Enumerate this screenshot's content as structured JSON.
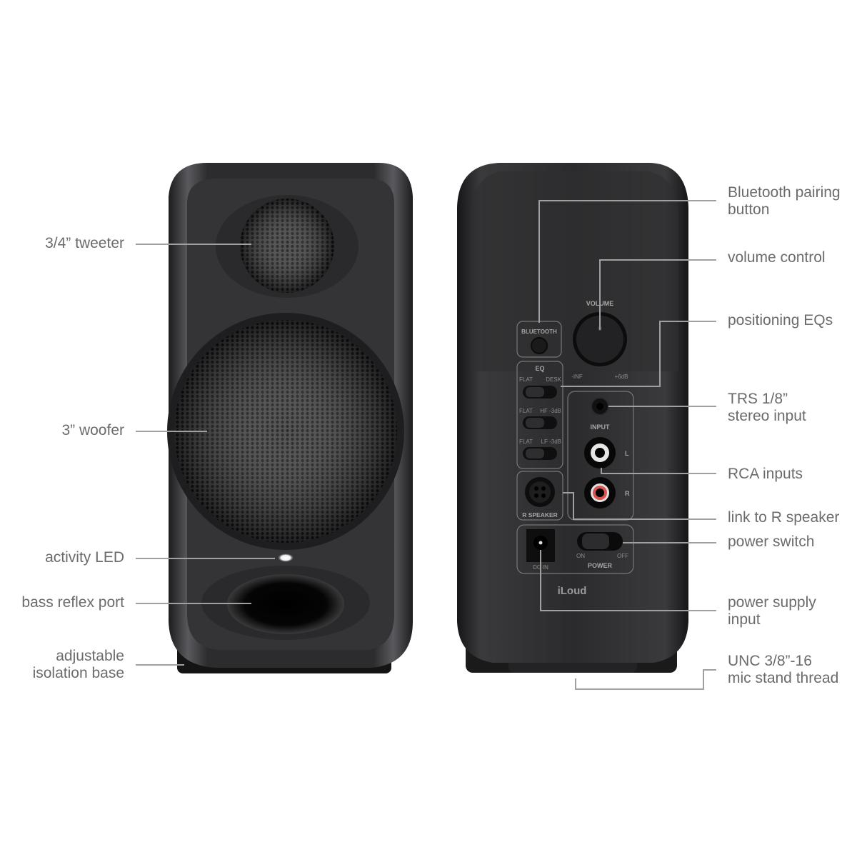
{
  "figure": {
    "product_logo": "iLoud",
    "colors": {
      "background": "#ffffff",
      "label_text": "#6b6b6b",
      "leader_line": "#9a9a9a",
      "speaker_body": "#2a2a2c",
      "speaker_face": "#3a3a3c",
      "rca_left_ring": "#e0e0e0",
      "rca_right_ring": "#d9534f",
      "led": "#ffffff"
    }
  },
  "front_view": {
    "callouts": [
      {
        "id": "tweeter",
        "lines": [
          "3/4” tweeter"
        ]
      },
      {
        "id": "woofer",
        "lines": [
          "3” woofer"
        ]
      },
      {
        "id": "activity-led",
        "lines": [
          "activity LED"
        ]
      },
      {
        "id": "bass-reflex-port",
        "lines": [
          "bass reflex port"
        ]
      },
      {
        "id": "isolation-base",
        "lines": [
          "adjustable",
          "isolation base"
        ]
      }
    ]
  },
  "rear_view": {
    "callouts": [
      {
        "id": "bluetooth-pairing",
        "lines": [
          "Bluetooth pairing",
          "button"
        ]
      },
      {
        "id": "volume-control",
        "lines": [
          "volume control"
        ]
      },
      {
        "id": "positioning-eqs",
        "lines": [
          "positioning EQs"
        ]
      },
      {
        "id": "trs-input",
        "lines": [
          "TRS 1/8”",
          "stereo input"
        ]
      },
      {
        "id": "rca-inputs",
        "lines": [
          "RCA inputs"
        ]
      },
      {
        "id": "link-r-speaker",
        "lines": [
          "link to R speaker"
        ]
      },
      {
        "id": "power-switch",
        "lines": [
          "power switch"
        ]
      },
      {
        "id": "power-supply",
        "lines": [
          "power supply",
          "input"
        ]
      },
      {
        "id": "mic-thread",
        "lines": [
          "UNC 3/8”-16",
          "mic stand thread"
        ]
      }
    ],
    "panel": {
      "bluetooth": "BLUETOOTH",
      "volume": "VOLUME",
      "volume_min": "-INF",
      "volume_max": "+6dB",
      "eq": "EQ",
      "eq_switches": [
        {
          "left": "FLAT",
          "right": "DESK"
        },
        {
          "left": "FLAT",
          "right": "HF -3dB"
        },
        {
          "left": "FLAT",
          "right": "LF -3dB"
        }
      ],
      "input": "INPUT",
      "rca_left": "L",
      "rca_right": "R",
      "r_speaker": "R SPEAKER",
      "dc_in": "DC IN",
      "power": "POWER",
      "power_on": "ON",
      "power_off": "OFF"
    }
  }
}
